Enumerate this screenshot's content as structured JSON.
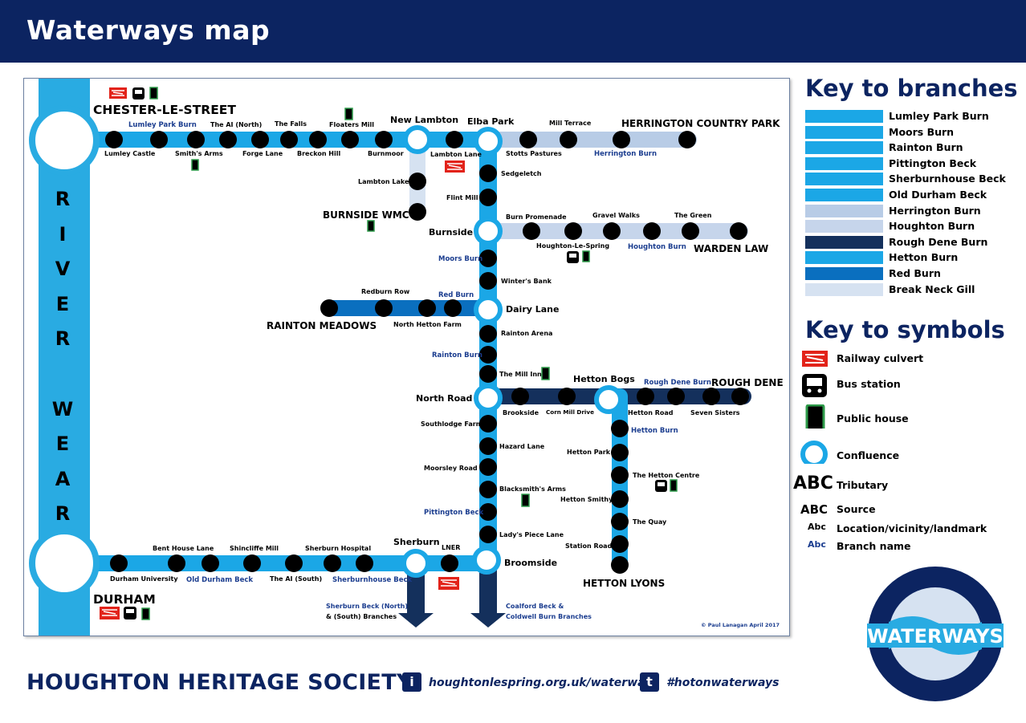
{
  "header": {
    "title": "Waterways map"
  },
  "colors": {
    "navy": "#0c2461",
    "river": "#29abe2",
    "branch_bright": "#1ba7e6",
    "branch_pale": "#b8cce6",
    "branch_mid": "#0a6fbf",
    "branch_dark": "#14305c",
    "branch_palest": "#d6e2f1"
  },
  "river": {
    "letters": [
      "R",
      "I",
      "V",
      "E",
      "R",
      "W",
      "E",
      "A",
      "R"
    ]
  },
  "terminals": {
    "chester": "CHESTER-LE-STREET",
    "durham": "DURHAM",
    "herrington_cp": "HERRINGTON COUNTRY PARK",
    "warden_law": "WARDEN LAW",
    "rainton_meadows": "RAINTON MEADOWS",
    "rough_dene": "ROUGH DENE",
    "burnside_wmc": "BURNSIDE WMC",
    "hetton_lyons": "HETTON LYONS"
  },
  "confluences": {
    "new_lambton": "New Lambton",
    "elba_park": "Elba Park",
    "burnside": "Burnside",
    "dairy_lane": "Dairy Lane",
    "north_road": "North Road",
    "hetton_bogs": "Hetton Bogs",
    "sherburn": "Sherburn",
    "broomside": "Broomside"
  },
  "branch_labels": {
    "lumley_park_burn": "Lumley Park Burn",
    "herrington_burn": "Herrington Burn",
    "houghton_burn": "Houghton Burn",
    "moors_burn": "Moors Burn",
    "red_burn": "Red Burn",
    "rainton_burn": "Rainton Burn",
    "rough_dene_burn": "Rough Dene Burn",
    "hetton_burn": "Hetton Burn",
    "pittington_beck": "Pittington Beck",
    "old_durham_beck": "Old Durham Beck",
    "sherburnhouse_beck": "Sherburnhouse Beck"
  },
  "stations": {
    "lumley_castle": "Lumley Castle",
    "smiths_arms": "Smith's Arms",
    "the_ai_north": "The AI (North)",
    "the_falls": "The Falls",
    "forge_lane": "Forge Lane",
    "breckon_hill": "Breckon Hill",
    "floaters_mill": "Floaters Mill",
    "burnmoor": "Burnmoor",
    "lambton_lane": "Lambton Lane",
    "lambton_lake": "Lambton Lake",
    "mill_terrace": "Mill Terrace",
    "stotts_pastures": "Stotts Pastures",
    "sedgeletch": "Sedgeletch",
    "flint_mill": "Flint Mill",
    "burn_promenade": "Burn Promenade",
    "gravel_walks": "Gravel Walks",
    "the_green": "The Green",
    "houghton_le_spring": "Houghton-Le-Spring",
    "winters_bank": "Winter's Bank",
    "redburn_row": "Redburn Row",
    "north_hetton_farm": "North Hetton Farm",
    "rainton_arena": "Rainton Arena",
    "the_mill_inn": "The Mill Inn",
    "brookside": "Brookside",
    "corn_mill_drive": "Corn Mill Drive",
    "hetton_road": "Hetton Road",
    "seven_sisters": "Seven Sisters",
    "southlodge_farm": "Southlodge Farm",
    "hazard_lane": "Hazard Lane",
    "moorsley_road": "Moorsley Road",
    "blacksmiths_arms": "Blacksmith's Arms",
    "ladys_piece_lane": "Lady's Piece Lane",
    "hetton_park": "Hetton Park",
    "the_hetton_centre": "The Hetton Centre",
    "hetton_smithy": "Hetton Smithy",
    "the_quay": "The Quay",
    "station_road": "Station Road",
    "bent_house_lane": "Bent House Lane",
    "shincliffe_mill": "Shincliffe Mill",
    "sherburn_hospital": "Sherburn Hospital",
    "durham_university": "Durham University",
    "the_ai_south": "The AI (South)",
    "lner": "LNER"
  },
  "notes": {
    "sherburn_beck_1": "Sherburn Beck (North)",
    "sherburn_beck_2": "& (South) Branches",
    "coalford_1": "Coalford Beck &",
    "coalford_2": "Coldwell Burn Branches",
    "credit": "© Paul Lanagan   April 2017"
  },
  "key_branches": {
    "title": "Key to branches",
    "items": [
      {
        "label": "Lumley Park Burn",
        "color": "#1ba7e6"
      },
      {
        "label": "Moors Burn",
        "color": "#1ba7e6"
      },
      {
        "label": "Rainton Burn",
        "color": "#1ba7e6"
      },
      {
        "label": "Pittington Beck",
        "color": "#1ba7e6"
      },
      {
        "label": "Sherburnhouse Beck",
        "color": "#1ba7e6"
      },
      {
        "label": "Old Durham  Beck",
        "color": "#1ba7e6"
      },
      {
        "label": "Herrington Burn",
        "color": "#b8cce6"
      },
      {
        "label": "Houghton Burn",
        "color": "#c6d5eb"
      },
      {
        "label": "Rough Dene Burn",
        "color": "#14305c"
      },
      {
        "label": "Hetton Burn",
        "color": "#1ba7e6"
      },
      {
        "label": "Red Burn",
        "color": "#0a6fbf"
      },
      {
        "label": "Break Neck Gill",
        "color": "#d6e2f1"
      }
    ]
  },
  "key_symbols": {
    "title": "Key to symbols",
    "railway": "Railway culvert",
    "bus": "Bus station",
    "pub": "Public house",
    "confluence": "Confluence",
    "tributary_sample": "ABC",
    "tributary": "Tributary",
    "source_sample": "ABC",
    "source": "Source",
    "location_sample": "Abc",
    "location": "Location/vicinity/landmark",
    "branch_sample": "Abc",
    "branch": "Branch name"
  },
  "footer": {
    "society": "HOUGHTON HERITAGE SOCIETY",
    "info_icon": "i",
    "website": "houghtonlespring.org.uk/waterways",
    "twitter_icon": "t",
    "hashtag": "#hotonwaterways"
  },
  "logo": {
    "text": "WATERWAYS"
  }
}
